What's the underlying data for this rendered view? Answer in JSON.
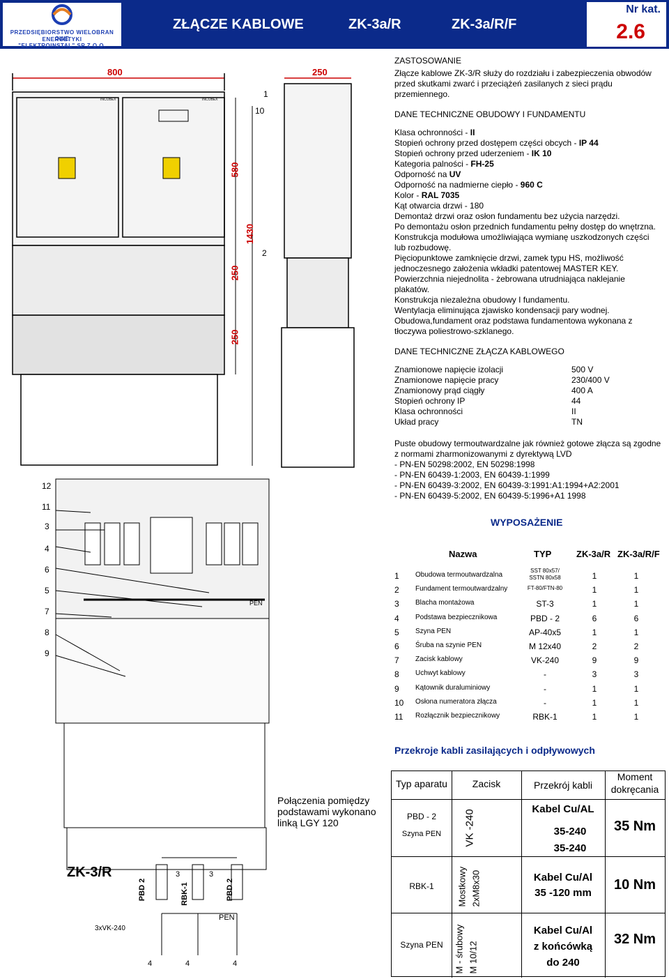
{
  "header": {
    "company_line1": "PRZEDSIĘBIORSTWO WIELOBRAN  OWE",
    "company_line2": "ENERGETYKI",
    "company_line3": "\"ELEKTROINSTAL\"  SP Z O.O.",
    "title": "ZŁĄCZE KABLOWE",
    "model1": "ZK-3a/R",
    "model2": "ZK-3a/R/F",
    "nr_kat_label": "Nr kat.",
    "nr_kat_value": "2.6"
  },
  "drawing": {
    "dim_width_front": "800",
    "dim_width_side": "250",
    "dim_580": "580",
    "dim_250a": "250",
    "dim_250b": "250",
    "dim_1430": "1430",
    "label_1": "1",
    "label_10": "10",
    "label_2": "2",
    "pen_label": "PEN",
    "incobex_1": "INCOBEX",
    "incobex_2": "INCOBEX",
    "callouts": [
      "12",
      "11",
      "3",
      "4",
      "6",
      "5",
      "7",
      "8",
      "9"
    ]
  },
  "zastosowanie": {
    "heading": "ZASTOSOWANIE",
    "text": "Złącze kablowe ZK-3/R  służy do rozdziału i zabezpieczenia obwodów przed skutkami zwarć i przeciążeń zasilanych z sieci prądu przemiennego."
  },
  "dane_obudowy": {
    "heading": "DANE TECHNICZNE OBUDOWY I FUNDAMENTU",
    "lines": [
      {
        "t": "Klasa ochronności - ",
        "b": "II"
      },
      {
        "t": "Stopień ochrony przed dostępem części obcych - ",
        "b": "IP 44"
      },
      {
        "t": "Stopień ochrony przed uderzeniem - ",
        "b": "IK 10"
      },
      {
        "t": "Kategoria palności - ",
        "b": "FH-25"
      },
      {
        "t": "Odporność na ",
        "b": "UV"
      },
      {
        "t": "Odporność na nadmierne ciepło - ",
        "b": "960 C"
      },
      {
        "t": "Kolor - ",
        "b": "RAL 7035"
      },
      {
        "t": "Kąt otwarcia drzwi - 180",
        "b": ""
      },
      {
        "t": "Demontaż drzwi oraz osłon fundamentu bez użycia narzędzi.",
        "b": ""
      },
      {
        "t": "Po demontażu osłon przednich fundamentu pełny dostęp do wnętrzna.",
        "b": ""
      },
      {
        "t": "Konstrukcja modułowa umożliwiająca wymianę uszkodzonych części lub rozbudowę.",
        "b": ""
      },
      {
        "t": "Pięciopunktowe  zamknięcie drzwi, zamek typu HS, możliwość jednoczesnego założenia wkładki patentowej MASTER KEY.",
        "b": ""
      },
      {
        "t": "Powierzchnia niejednolita - żebrowana utrudniająca naklejanie plakatów.",
        "b": ""
      },
      {
        "t": "Konstrukcja niezależna obudowy I fundamentu.",
        "b": ""
      },
      {
        "t": "Wentylacja eliminująca zjawisko kondensacji pary wodnej.",
        "b": ""
      },
      {
        "t": "Obudowa,fundament oraz podstawa fundamentowa wykonana z tłoczywa poliestrowo-szklanego.",
        "b": ""
      }
    ]
  },
  "dane_zlacza": {
    "heading": "DANE TECHNICZNE ZŁĄCZA KABLOWEGO",
    "rows": [
      {
        "k": "Znamionowe napięcie izolacji",
        "v": "500 V"
      },
      {
        "k": "Znamionowe napięcie pracy",
        "v": "230/400 V"
      },
      {
        "k": "Znamionowy prąd ciągły",
        "v": "400 A"
      },
      {
        "k": "Stopień ochrony IP",
        "v": "44"
      },
      {
        "k": "Klasa ochronności",
        "v": "II"
      },
      {
        "k": "Układ pracy",
        "v": "TN"
      }
    ]
  },
  "normy": {
    "intro": "Puste obudowy termoutwardzalne jak również gotowe złącza są zgodne z normami zharmonizowanymi z dyrektywą LVD",
    "items": [
      "- PN-EN 50298:2002, EN 50298:1998",
      "- PN-EN 60439-1:2003, EN 60439-1:1999",
      "- PN-EN 60439-3:2002, EN 60439-3:1991:A1:1994+A2:2001",
      "- PN-EN 60439-5:2002, EN 60439-5:1996+A1 1998"
    ]
  },
  "wyposazenie": {
    "heading": "WYPOSAŻENIE",
    "col_nazwa": "Nazwa",
    "col_typ": "TYP",
    "col_a": "ZK-3a/R",
    "col_b": "ZK-3a/R/F",
    "rows": [
      {
        "n": "1",
        "nazwa": "Obudowa  termoutwardzalna",
        "typ": "SST 80x57/",
        "typ2": "SSTN 80x58",
        "a": "1",
        "b": "1"
      },
      {
        "n": "2",
        "nazwa": "Fundament termoutwardzalny",
        "typ": "FT-80/FTN-80",
        "typ2": "",
        "a": "1",
        "b": "1"
      },
      {
        "n": "3",
        "nazwa": "Blacha montażowa",
        "typ": "ST-3",
        "typ2": "",
        "a": "1",
        "b": "1"
      },
      {
        "n": "4",
        "nazwa": "Podstawa bezpiecznikowa",
        "typ": "PBD - 2",
        "typ2": "",
        "a": "6",
        "b": "6"
      },
      {
        "n": "5",
        "nazwa": "Szyna PEN",
        "typ": "AP-40x5",
        "typ2": "",
        "a": "1",
        "b": "1"
      },
      {
        "n": "6",
        "nazwa": "Śruba na szynie PEN",
        "typ": "M 12x40",
        "typ2": "",
        "a": "2",
        "b": "2"
      },
      {
        "n": "7",
        "nazwa": "Zacisk kablowy",
        "typ": "VK-240",
        "typ2": "",
        "a": "9",
        "b": "9"
      },
      {
        "n": "8",
        "nazwa": "Uchwyt kablowy",
        "typ": "-",
        "typ2": "",
        "a": "3",
        "b": "3"
      },
      {
        "n": "9",
        "nazwa": "Kątownik duraluminiowy",
        "typ": "-",
        "typ2": "",
        "a": "1",
        "b": "1"
      },
      {
        "n": "10",
        "nazwa": "Osłona numeratora złącza",
        "typ": "-",
        "typ2": "",
        "a": "1",
        "b": "1"
      },
      {
        "n": "11",
        "nazwa": "Rozłącznik bezpiecznikowy",
        "typ": "RBK-1",
        "typ2": "",
        "a": "1",
        "b": "1"
      }
    ]
  },
  "przekroje": {
    "heading": "Przekroje kabli zasilających i odpływowych",
    "col_typ": "Typ aparatu",
    "col_zacisk": "Zacisk",
    "col_przekroj": "Przekrój kabli",
    "col_moment1": "Moment",
    "col_moment2": "dokręcania",
    "r1_typ1": "PBD - 2",
    "r1_typ2": "Szyna PEN",
    "r1_zacisk": "VK -240",
    "r1_p1": "Kabel Cu/AL",
    "r1_p2": "35-240",
    "r1_p3": "35-240",
    "r1_m": "35 Nm",
    "r2_typ": "RBK-1",
    "r2_zacisk1": "Mostkowy",
    "r2_zacisk2": "2xM8x30",
    "r2_p1": "Kabel Cu/Al",
    "r2_p2": "35 -120 mm",
    "r2_m": "10 Nm",
    "r3_typ": "Szyna PEN",
    "r3_zacisk1": "M - śrubowy",
    "r3_zacisk2": "M 10/12",
    "r3_p1": "Kabel Cu/Al",
    "r3_p2": "z końcówką",
    "r3_p3": "do 240",
    "r3_m": "32 Nm"
  },
  "polaczenia": {
    "text": "Połączenia pomiędzy podstawami wykonano linką LGY 120"
  },
  "schemat": {
    "title": "ZK-3/R",
    "vk": "3xVK-240",
    "pbd_left": "PBD 2",
    "rbk": "RBK-1",
    "pbd_right": "PBD 2",
    "pen": "PEN",
    "n3a": "3",
    "n3b": "3",
    "n4a": "4",
    "n4b": "4",
    "n4c": "4"
  },
  "colors": {
    "header_bg": "#0b2a8a",
    "accent_red": "#cc0000",
    "panel": "#ececec"
  }
}
